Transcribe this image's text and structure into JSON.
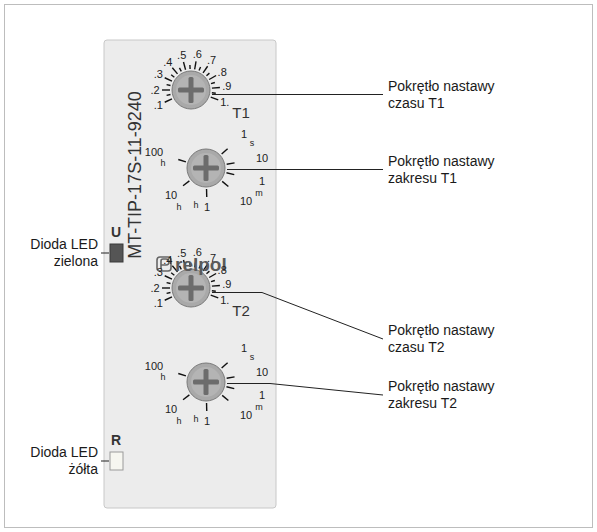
{
  "diagram": {
    "labels": [
      "Pokrętło nastawy czasu T1",
      "Pokrętło nastawy zakresu T1",
      "Dioda LED zielona",
      "Pokrętło nastawy czasu T2",
      "Pokrętło nastawy zakresu T2",
      "Dioda LED żółta",
      "MT-TIP-17S-11-9240",
      "U",
      "relpol",
      "R",
      ".1",
      ".2",
      ".3",
      ".4",
      ".5",
      ".6",
      ".7",
      ".8",
      ".9",
      "1.",
      "T1",
      "100",
      "h",
      "10",
      "h",
      "h",
      "1",
      "10",
      "m",
      "1",
      "10",
      "1",
      "s",
      ".1",
      ".2",
      ".3",
      ".4",
      ".5",
      ".6",
      ".7",
      ".8",
      ".9",
      "1.",
      "T2",
      "100",
      "h",
      "10",
      "h",
      "h",
      "1",
      "10",
      "m",
      "1",
      "10",
      "1",
      "s"
    ]
  }
}
